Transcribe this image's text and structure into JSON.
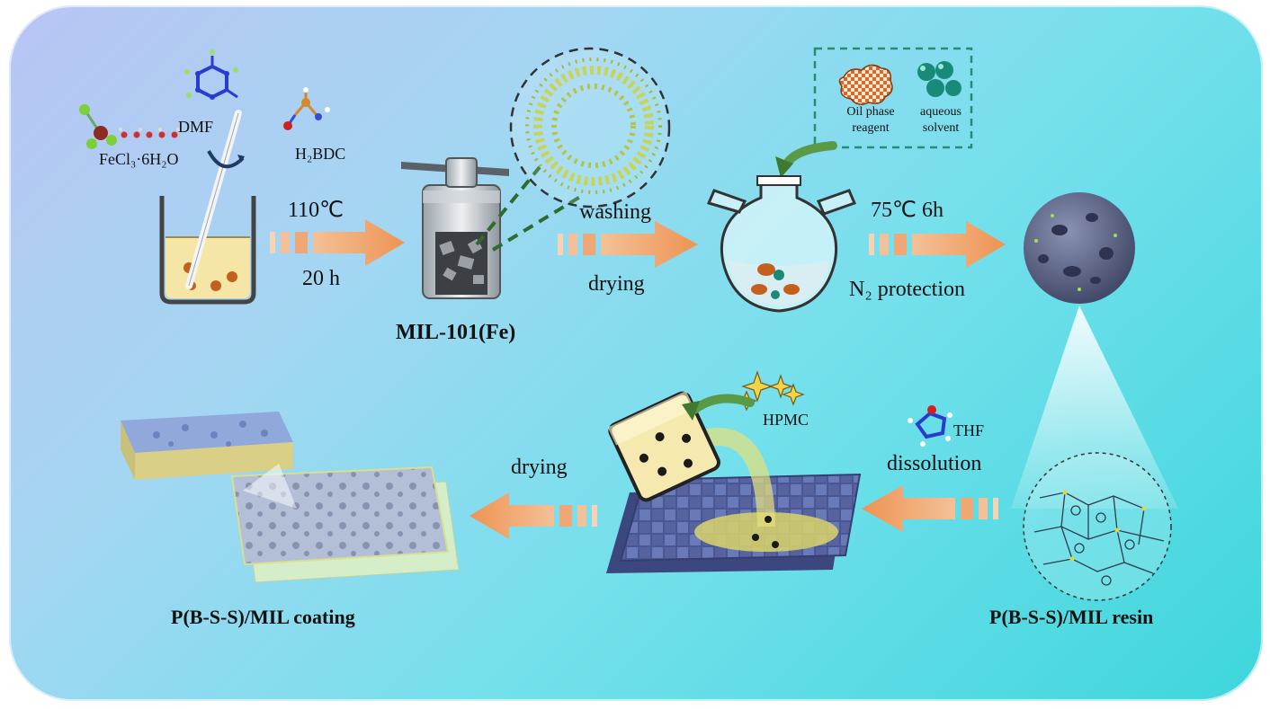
{
  "reagents": {
    "fecl3": "FeCl₃·6H₂O",
    "dmf": "DMF",
    "h2bdc": "H₂BDC"
  },
  "step1": {
    "temp": "110℃",
    "time": "20 h"
  },
  "mil_label": "MIL-101(Fe)",
  "step2": {
    "top": "washing",
    "bottom": "drying"
  },
  "legend": {
    "oil": [
      "Oil phase",
      "reagent"
    ],
    "aqueous": [
      "aqueous",
      "solvent"
    ]
  },
  "step3": {
    "condition": "75℃ 6h",
    "atmosphere": "N₂ protection"
  },
  "resin_label": "P(B-S-S)/MIL resin",
  "step4": {
    "solvent": "THF",
    "process": "dissolution"
  },
  "hpmc": "HPMC",
  "step5": {
    "process": "drying"
  },
  "coating_label": "P(B-S-S)/MIL coating",
  "colors": {
    "arrow": "#ef9c5f",
    "panel_start": "#b9c4f4",
    "panel_end": "#3ed6dc",
    "sphere": "#58607e",
    "liquid": "#f6e6a6"
  }
}
